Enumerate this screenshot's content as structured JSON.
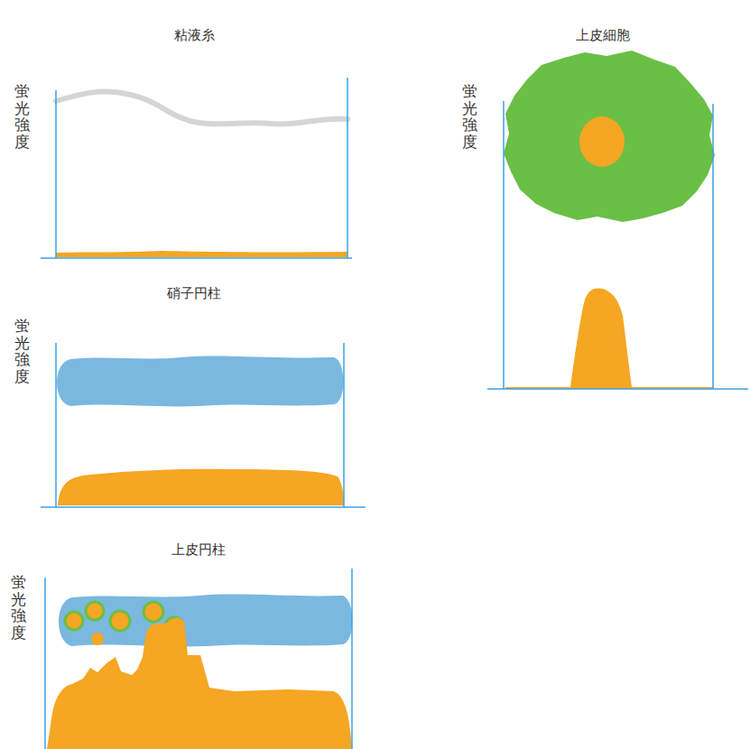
{
  "diagram": {
    "labels": [
      "粘液糸",
      "上皮細胞",
      "蛍光強度",
      "蛍光強度",
      "硝子円柱",
      "蛍光強度",
      "上皮円柱",
      "蛍光強度"
    ]
  }
}
